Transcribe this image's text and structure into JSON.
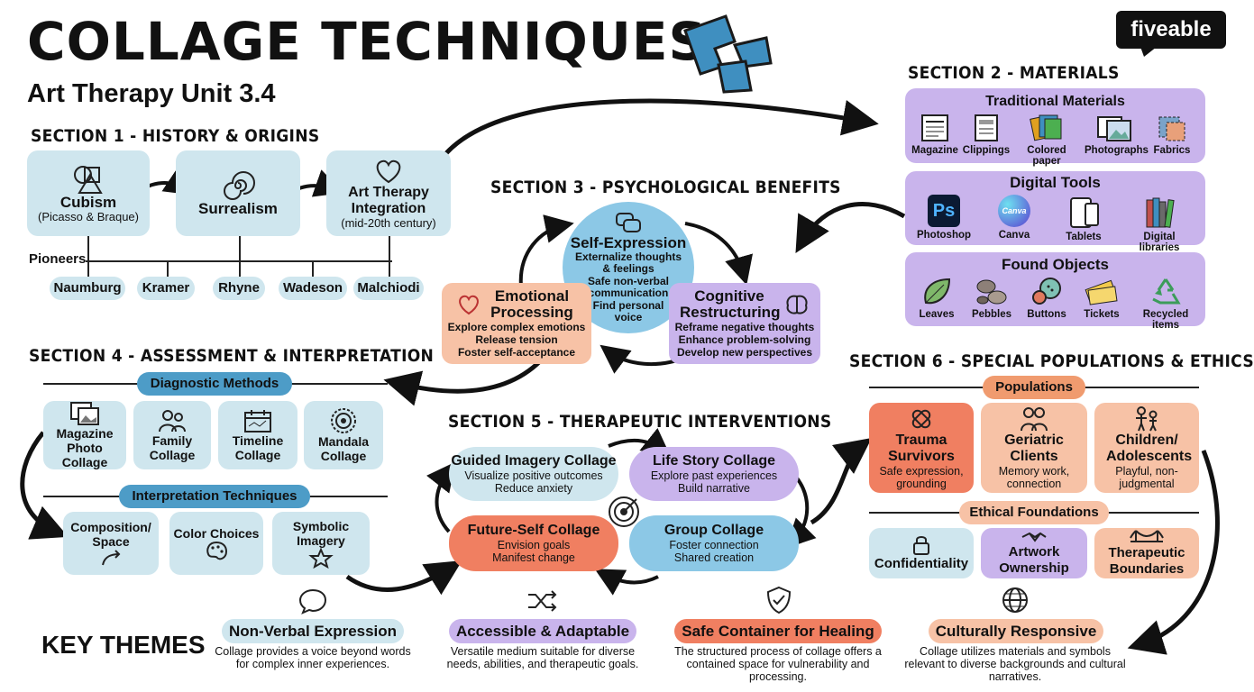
{
  "header": {
    "title": "COLLAGE TECHNIQUES",
    "subtitle": "Art Therapy Unit 3.4",
    "logo": "fiveable"
  },
  "section1": {
    "heading": "SECTION 1 - HISTORY & ORIGINS",
    "stages": [
      {
        "title": "Cubism",
        "sub": "(Picasso & Braque)",
        "icon": "shapes-icon"
      },
      {
        "title": "Surrealism",
        "sub": "",
        "icon": "spiral-icon"
      },
      {
        "title": "Art Therapy Integration",
        "sub": "(mid-20th century)",
        "icon": "heart-icon"
      }
    ],
    "pioneers_label": "Pioneers",
    "pioneers": [
      "Naumburg",
      "Kramer",
      "Rhyne",
      "Wadeson",
      "Malchiodi"
    ]
  },
  "section2": {
    "heading": "SECTION 2 - MATERIALS",
    "groups": [
      {
        "title": "Traditional Materials",
        "items": [
          "Magazine",
          "Clippings",
          "Colored paper",
          "Photographs",
          "Fabrics"
        ]
      },
      {
        "title": "Digital Tools",
        "items": [
          "Photoshop",
          "Canva",
          "Tablets",
          "Digital libraries"
        ]
      },
      {
        "title": "Found Objects",
        "items": [
          "Leaves",
          "Pebbles",
          "Buttons",
          "Tickets",
          "Recycled items"
        ]
      }
    ],
    "ps_glyph": "Ps",
    "canva_glyph": "Canva"
  },
  "section3": {
    "heading": "SECTION 3 - PSYCHOLOGICAL BENEFITS",
    "self_expression": {
      "title": "Self-Expression",
      "lines": [
        "Externalize thoughts",
        "& feelings",
        "Safe non-verbal",
        "communication",
        "Find personal",
        "voice"
      ]
    },
    "emotional": {
      "title": "Emotional Processing",
      "lines": [
        "Explore complex emotions",
        "Release tension",
        "Foster self-acceptance"
      ]
    },
    "cognitive": {
      "title": "Cognitive Restructuring",
      "lines": [
        "Reframe negative thoughts",
        "Enhance problem-solving",
        "Develop new perspectives"
      ]
    }
  },
  "section4": {
    "heading": "SECTION 4 - ASSESSMENT & INTERPRETATION",
    "diagnostic_label": "Diagnostic Methods",
    "methods": [
      {
        "title": "Magazine Photo Collage"
      },
      {
        "title": "Family Collage"
      },
      {
        "title": "Timeline Collage"
      },
      {
        "title": "Mandala Collage"
      }
    ],
    "interpretation_label": "Interpretation Techniques",
    "techniques": [
      {
        "title": "Composition/ Space"
      },
      {
        "title": "Color Choices"
      },
      {
        "title": "Symbolic Imagery"
      }
    ]
  },
  "section5": {
    "heading": "SECTION 5 - THERAPEUTIC INTERVENTIONS",
    "guided": {
      "title": "Guided Imagery Collage",
      "lines": [
        "Visualize positive outcomes",
        "Reduce anxiety"
      ]
    },
    "life": {
      "title": "Life Story Collage",
      "lines": [
        "Explore past experiences",
        "Build narrative"
      ]
    },
    "future": {
      "title": "Future-Self Collage",
      "lines": [
        "Envision goals",
        "Manifest change"
      ]
    },
    "group": {
      "title": "Group Collage",
      "lines": [
        "Foster connection",
        "Shared creation"
      ]
    }
  },
  "section6": {
    "heading": "SECTION 6 - SPECIAL POPULATIONS & ETHICS",
    "populations_label": "Populations",
    "populations": [
      {
        "title": "Trauma Survivors",
        "sub": "Safe expression, grounding"
      },
      {
        "title": "Geriatric Clients",
        "sub": "Memory work, connection"
      },
      {
        "title": "Children/ Adolescents",
        "sub": "Playful, non-judgmental"
      }
    ],
    "ethics_label": "Ethical Foundations",
    "ethics": [
      {
        "title": "Confidentiality"
      },
      {
        "title": "Artwork Ownership"
      },
      {
        "title": "Therapeutic Boundaries"
      }
    ]
  },
  "key_themes": {
    "heading": "KEY THEMES",
    "themes": [
      {
        "title": "Non-Verbal Expression",
        "desc": "Collage provides a voice beyond words for complex inner experiences."
      },
      {
        "title": "Accessible & Adaptable",
        "desc": "Versatile medium suitable for diverse needs, abilities, and therapeutic goals."
      },
      {
        "title": "Safe Container for Healing",
        "desc": "The structured process of collage offers a contained space for vulnerability and processing."
      },
      {
        "title": "Culturally Responsive",
        "desc": "Collage utilizes materials and symbols relevant to diverse backgrounds and cultural narratives."
      }
    ]
  },
  "colors": {
    "blue": "#cfe6ee",
    "purple": "#c9b4ec",
    "peach": "#f7c2a6",
    "orange": "#f07f61",
    "pill_blue": "#4d9cc7"
  }
}
